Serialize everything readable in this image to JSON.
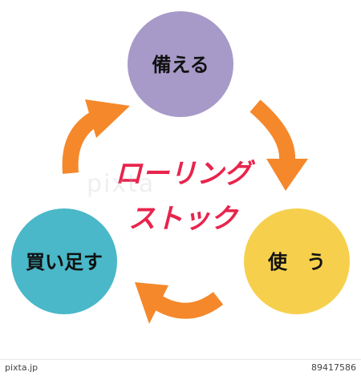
{
  "nodes": {
    "top": {
      "label": "備える",
      "color": "#a79ac8"
    },
    "right": {
      "label": "使　う",
      "color": "#f6d04d"
    },
    "left": {
      "label": "買い足す",
      "color": "#4ab8c8"
    }
  },
  "center": {
    "line1": "ローリング",
    "line2": "ストック",
    "color": "#e8244c"
  },
  "arrow_color": "#f5882b",
  "watermark": "pixta",
  "footer": {
    "brand": "pixta.jp",
    "id": "89417586"
  }
}
